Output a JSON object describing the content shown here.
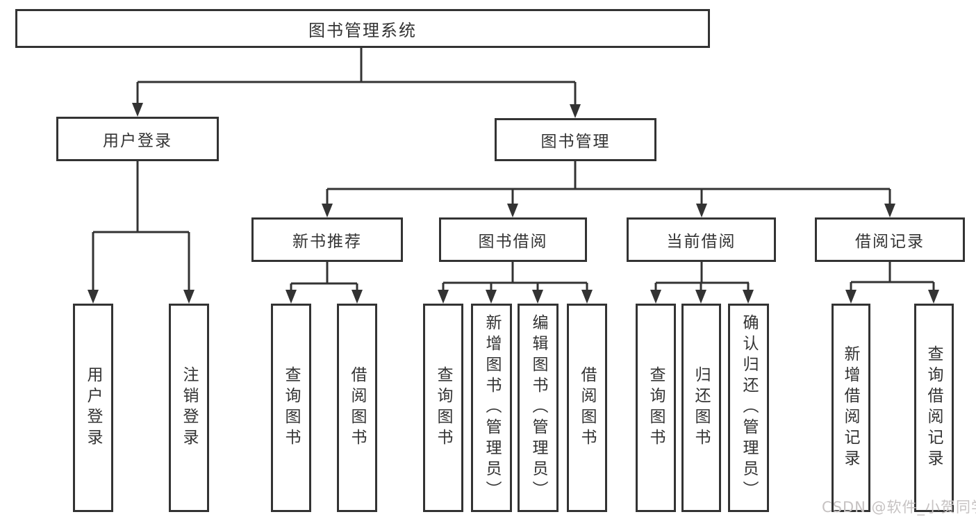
{
  "colors": {
    "line": "#333333",
    "text": "#333333",
    "background": "#ffffff",
    "watermark": "#c6c2c2"
  },
  "diagram": {
    "root": {
      "label": "图书管理系统"
    },
    "level2": [
      {
        "label": "用户登录"
      },
      {
        "label": "图书管理"
      }
    ],
    "level3": [
      {
        "label": "新书推荐"
      },
      {
        "label": "图书借阅"
      },
      {
        "label": "当前借阅"
      },
      {
        "label": "借阅记录"
      }
    ],
    "leaves": {
      "user_login": [
        {
          "label": "用户登录"
        },
        {
          "label": "注销登录"
        }
      ],
      "new_book_recommend": [
        {
          "label": "查询图书"
        },
        {
          "label": "借阅图书"
        }
      ],
      "book_borrowing": [
        {
          "label": "查询图书"
        },
        {
          "label": "新增图书（管理员）"
        },
        {
          "label": "编辑图书（管理员）"
        },
        {
          "label": "借阅图书"
        }
      ],
      "current_borrowing": [
        {
          "label": "查询图书"
        },
        {
          "label": "归还图书"
        },
        {
          "label": "确认归还（管理员）"
        }
      ],
      "borrowing_records": [
        {
          "label": "新增借阅记录"
        },
        {
          "label": "查询借阅记录"
        }
      ]
    }
  },
  "watermark": {
    "text": "CSDN @软件_小贺同学"
  }
}
